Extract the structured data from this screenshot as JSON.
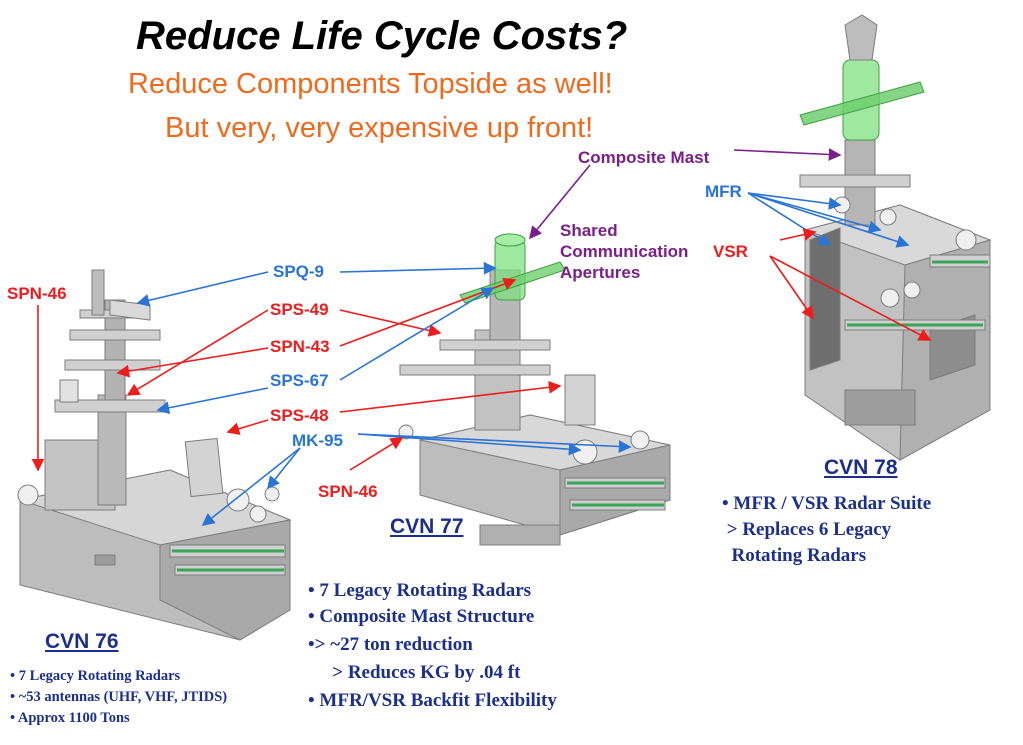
{
  "title": "Reduce Life Cycle Costs?",
  "subtitle_lines": [
    "Reduce Components Topside as well!",
    "But very, very expensive up front!"
  ],
  "labels": {
    "spn46_left": "SPN-46",
    "spq9": "SPQ-9",
    "sps49": "SPS-49",
    "spn43": "SPN-43",
    "sps67": "SPS-67",
    "sps48": "SPS-48",
    "mk95": "MK-95",
    "spn46_center": "SPN-46",
    "composite_mast": "Composite Mast",
    "shared_1": "Shared",
    "shared_2": "Communication",
    "shared_3": "Apertures",
    "vsr": "VSR",
    "mfr": "MFR"
  },
  "ships": {
    "cvn76": {
      "name": "CVN 76",
      "bullets": [
        "• 7 Legacy Rotating Radars",
        "• ~53 antennas (UHF, VHF, JTIDS)",
        "• Approx 1100 Tons"
      ]
    },
    "cvn77": {
      "name": "CVN 77",
      "bullets": [
        "• 7 Legacy Rotating Radars",
        "• Composite Mast Structure",
        "•> ~27 ton reduction",
        "   > Reduces KG by .04 ft",
        "• MFR/VSR Backfit Flexibility"
      ]
    },
    "cvn78": {
      "name": "CVN 78",
      "bullets": [
        "• MFR / VSR Radar Suite",
        " > Replaces 6 Legacy",
        "  Rotating Radars"
      ]
    }
  },
  "colors": {
    "red": "#ee1c1c",
    "blue": "#2a74d6",
    "purple": "#7a1f8a",
    "orange": "#ee6a1e",
    "navy": "#1b2f8c",
    "mast_green": "#7fe07f",
    "structure_gray": "#cfcfcf"
  }
}
